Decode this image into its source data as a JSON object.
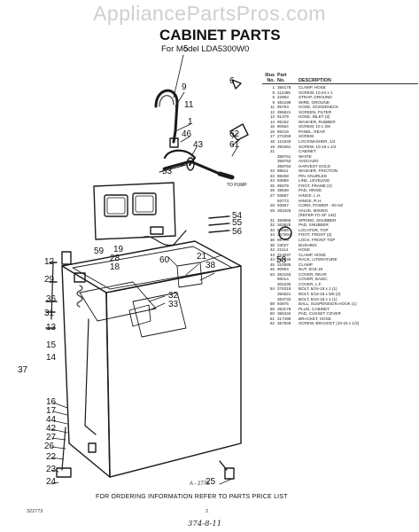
{
  "watermark": "AppliancePartsPros.com",
  "title": "CABINET PARTS",
  "subtitle": "For Model LDA5300W0",
  "table": {
    "headers": {
      "illus1": "Illus",
      "illus2": "No.",
      "part1": "Part",
      "part2": "No.",
      "desc": "DESCRIPTION"
    },
    "rows": [
      [
        "1",
        "356178",
        "CLAMP, HOSE"
      ],
      [
        "5",
        "112485",
        "SCREW, 10-24 x 1"
      ],
      [
        "6",
        "22963",
        "STRAP, GROUND"
      ],
      [
        "9",
        "364189",
        "WIRE, GROUND"
      ],
      [
        "11",
        "95763",
        "HOSE, GOOSENECK"
      ],
      [
        "12",
        "355621",
        "SCREEN, FILTER"
      ],
      [
        "13",
        "91379",
        "HOSE, INLET (2)"
      ],
      [
        "14",
        "95152",
        "WASHER, RUBBER"
      ],
      [
        "15",
        "90564",
        "SCREW, 10 x 3/8"
      ],
      [
        "16",
        "95219",
        "PANEL, REAR"
      ],
      [
        "17",
        "272259",
        "SCREW"
      ],
      [
        "18",
        "121533",
        "LOCKWASHER, 1/4"
      ],
      [
        "19",
        "393461",
        "SCREW, 10-16 x 1/2"
      ],
      [
        "21",
        "",
        "CABINET"
      ],
      [
        "",
        "358761",
        "WHITE"
      ],
      [
        "",
        "358763",
        "AVOCADO"
      ],
      [
        "",
        "358764",
        "HARVEST GOLD"
      ],
      [
        "22",
        "98611",
        "WASHER, FRICTION"
      ],
      [
        "23",
        "98408",
        "PIN, KNURLED"
      ],
      [
        "24",
        "93589",
        "LINK, LEVELING"
      ],
      [
        "25",
        "95579",
        "FOOT, FRAME (2)"
      ],
      [
        "26",
        "38848",
        "PAD, HINGE"
      ],
      [
        "27",
        "93667",
        "HINGE, L.H."
      ],
      [
        "",
        "93773",
        "HINGE, R.H."
      ],
      [
        "28",
        "93567",
        "CORD, POWER - 60 HZ"
      ],
      [
        "29",
        "363425",
        "VALVE, MIXING"
      ],
      [
        "",
        "",
        "(REFER TO SF 142)"
      ],
      [
        "31",
        "368865",
        "SPRING, SNUBBER"
      ],
      [
        "32",
        "363625",
        "PAD, SNUBBER"
      ],
      [
        "33",
        "90566",
        "LOCATOR, TOP"
      ],
      [
        "34",
        "367594",
        "FOOT, FRONT (2)"
      ],
      [
        "36",
        "98776",
        "LOCK, FRONT TOP"
      ],
      [
        "38",
        "23027",
        "BUSHING"
      ],
      [
        "42",
        "21114",
        "HOSE"
      ],
      [
        "43",
        "313037",
        "CLAMP, HOSE"
      ],
      [
        "44",
        "357645",
        "RACK, LITERATURE"
      ],
      [
        "45",
        "310085",
        "CLAMP"
      ],
      [
        "46",
        "90904",
        "NUT, 5/16-18"
      ],
      [
        "53",
        "362163",
        "COVER, REAR"
      ],
      [
        "",
        "96014",
        "COVER, BASIC"
      ],
      [
        "",
        "302230",
        "COVER, L.F."
      ],
      [
        "54",
        "376318",
        "BOLT, 5/16-18 x 1 (1)"
      ],
      [
        "",
        "350621",
        "BOLT, 5/16-18 x 5/8 (2)"
      ],
      [
        "",
        "353732",
        "BOLT, 5/16-18 x 1 (1)"
      ],
      [
        "58",
        "93875",
        "BALL, SUSPENSION HOOK (1)"
      ],
      [
        "59",
        "353179",
        "PLUG, CABINET"
      ],
      [
        "60",
        "350434",
        "PAD, CUSSET COVER"
      ],
      [
        "61",
        "317498",
        "BRACKET, HOSE"
      ],
      [
        "62",
        "357849",
        "SCREW, BRACKET (10-16 x 1/2)"
      ]
    ]
  },
  "callouts": [
    "5",
    "9",
    "11",
    "1",
    "46",
    "43",
    "53",
    "62",
    "6",
    "61",
    "54",
    "55",
    "56",
    "59",
    "19",
    "28",
    "18",
    "60",
    "21",
    "38",
    "58",
    "12",
    "29",
    "36",
    "31",
    "13",
    "32",
    "15",
    "33",
    "14",
    "16",
    "17",
    "44",
    "42",
    "27",
    "26",
    "22",
    "23",
    "24",
    "25",
    "37"
  ],
  "to_pump_label": "TO PUMP",
  "diagram_code": "A - 2773",
  "footer_text": "FOR ORDERING INFORMATION REFER TO PARTS PRICE LIST",
  "ref_code": "322773",
  "page_number": "2",
  "handwritten": "374-8-11"
}
